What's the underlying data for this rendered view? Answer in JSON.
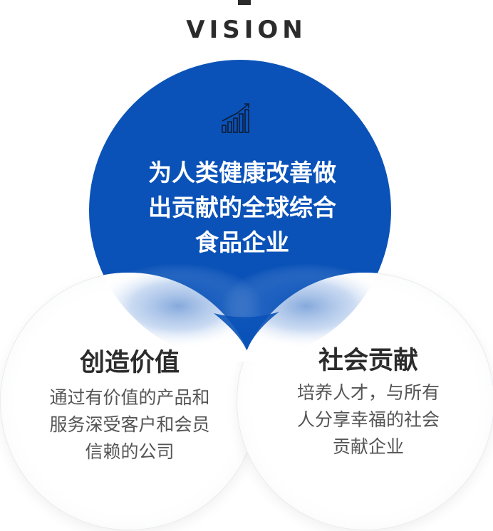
{
  "header": {
    "title": "VISION"
  },
  "main_circle": {
    "icon": "bar-chart-growth-icon",
    "lines": [
      "为人类健康改善做",
      "出贡献的全球综合",
      "食品企业"
    ],
    "color": "#0a52b8"
  },
  "left_circle": {
    "title": "创造价值",
    "lines": [
      "通过有价值的产品和",
      "服务深受客户和会员",
      "信赖的公司"
    ]
  },
  "right_circle": {
    "title": "社会贡献",
    "lines": [
      "培养人才，与所有",
      "人分享幸福的社会",
      "贡献企业"
    ]
  }
}
